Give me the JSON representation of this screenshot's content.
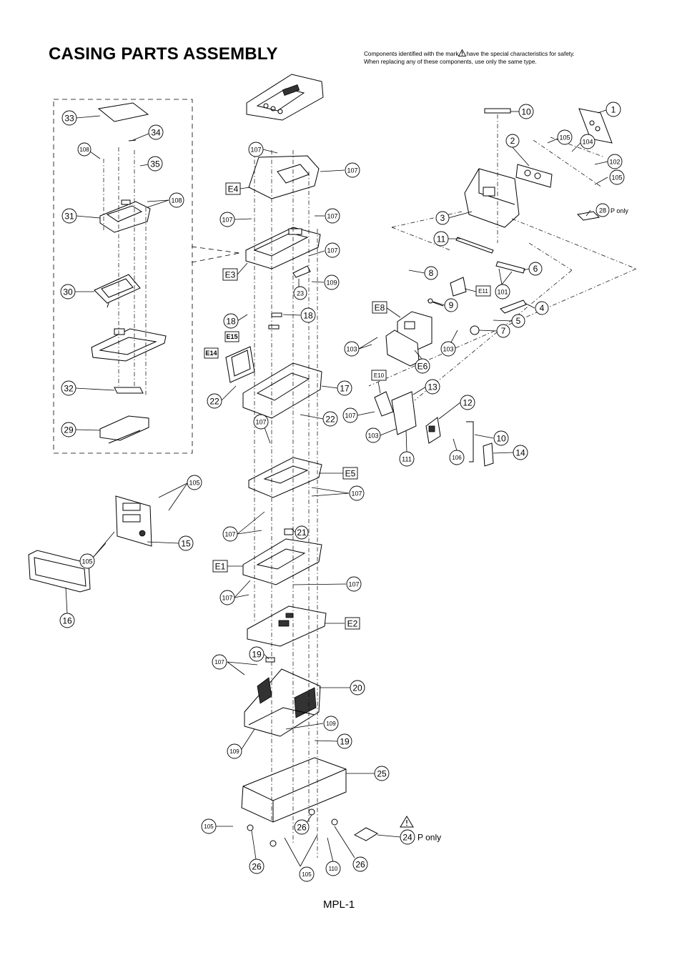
{
  "title": "CASING PARTS ASSEMBLY",
  "safety_note": {
    "line1_a": "Components identified with the mark",
    "line1_b": "have the special characteristics for safety.",
    "line2": "When replacing any of these components, use only the same type."
  },
  "footer": "MPL-1",
  "callouts": [
    {
      "id": "c-33",
      "text": "33"
    },
    {
      "id": "c-34",
      "text": "34"
    },
    {
      "id": "c-108a",
      "text": "108"
    },
    {
      "id": "c-35",
      "text": "35"
    },
    {
      "id": "c-108b",
      "text": "108"
    },
    {
      "id": "c-31",
      "text": "31"
    },
    {
      "id": "c-30",
      "text": "30"
    },
    {
      "id": "c-32",
      "text": "32"
    },
    {
      "id": "c-29",
      "text": "29"
    },
    {
      "id": "c-107a",
      "text": "107"
    },
    {
      "id": "c-107b",
      "text": "107"
    },
    {
      "id": "c-E4",
      "text": "E4"
    },
    {
      "id": "c-107c",
      "text": "107"
    },
    {
      "id": "c-107d",
      "text": "107"
    },
    {
      "id": "c-107e",
      "text": "107"
    },
    {
      "id": "c-E3",
      "text": "E3"
    },
    {
      "id": "c-23",
      "text": "23"
    },
    {
      "id": "c-109a",
      "text": "109"
    },
    {
      "id": "c-18a",
      "text": "18"
    },
    {
      "id": "c-18b",
      "text": "18"
    },
    {
      "id": "c-E15",
      "text": "E15"
    },
    {
      "id": "c-E14",
      "text": "E14"
    },
    {
      "id": "c-17",
      "text": "17"
    },
    {
      "id": "c-22a",
      "text": "22"
    },
    {
      "id": "c-22b",
      "text": "22"
    },
    {
      "id": "c-107f",
      "text": "107"
    },
    {
      "id": "c-E5",
      "text": "E5"
    },
    {
      "id": "c-107g",
      "text": "107"
    },
    {
      "id": "c-21",
      "text": "21"
    },
    {
      "id": "c-107h",
      "text": "107"
    },
    {
      "id": "c-E1",
      "text": "E1"
    },
    {
      "id": "c-107i",
      "text": "107"
    },
    {
      "id": "c-107j",
      "text": "107"
    },
    {
      "id": "c-E2",
      "text": "E2"
    },
    {
      "id": "c-19a",
      "text": "19"
    },
    {
      "id": "c-107k",
      "text": "107"
    },
    {
      "id": "c-20",
      "text": "20"
    },
    {
      "id": "c-109b",
      "text": "109"
    },
    {
      "id": "c-19b",
      "text": "19"
    },
    {
      "id": "c-109c",
      "text": "109"
    },
    {
      "id": "c-25",
      "text": "25"
    },
    {
      "id": "c-105a",
      "text": "105"
    },
    {
      "id": "c-26a",
      "text": "26"
    },
    {
      "id": "c-26b",
      "text": "26"
    },
    {
      "id": "c-105b",
      "text": "105"
    },
    {
      "id": "c-110",
      "text": "110"
    },
    {
      "id": "c-26c",
      "text": "26"
    },
    {
      "id": "c-24",
      "text": "24"
    },
    {
      "id": "c-105c",
      "text": "105"
    },
    {
      "id": "c-15",
      "text": "15"
    },
    {
      "id": "c-105d",
      "text": "105"
    },
    {
      "id": "c-16",
      "text": "16"
    },
    {
      "id": "c-10a",
      "text": "10"
    },
    {
      "id": "c-1",
      "text": "1"
    },
    {
      "id": "c-2",
      "text": "2"
    },
    {
      "id": "c-105e",
      "text": "105"
    },
    {
      "id": "c-104",
      "text": "104"
    },
    {
      "id": "c-102",
      "text": "102"
    },
    {
      "id": "c-105f",
      "text": "105"
    },
    {
      "id": "c-28",
      "text": "28"
    },
    {
      "id": "c-3",
      "text": "3"
    },
    {
      "id": "c-11",
      "text": "11"
    },
    {
      "id": "c-8",
      "text": "8"
    },
    {
      "id": "c-6",
      "text": "6"
    },
    {
      "id": "c-E11",
      "text": "E11"
    },
    {
      "id": "c-101",
      "text": "101"
    },
    {
      "id": "c-9",
      "text": "9"
    },
    {
      "id": "c-E8",
      "text": "E8"
    },
    {
      "id": "c-4",
      "text": "4"
    },
    {
      "id": "c-5",
      "text": "5"
    },
    {
      "id": "c-7",
      "text": "7"
    },
    {
      "id": "c-103a",
      "text": "103"
    },
    {
      "id": "c-103b",
      "text": "103"
    },
    {
      "id": "c-E6",
      "text": "E6"
    },
    {
      "id": "c-E10",
      "text": "E10"
    },
    {
      "id": "c-13",
      "text": "13"
    },
    {
      "id": "c-12",
      "text": "12"
    },
    {
      "id": "c-107l",
      "text": "107"
    },
    {
      "id": "c-103c",
      "text": "103"
    },
    {
      "id": "c-10b",
      "text": "10"
    },
    {
      "id": "c-111",
      "text": "111"
    },
    {
      "id": "c-106",
      "text": "106"
    },
    {
      "id": "c-14",
      "text": "14"
    }
  ],
  "p_only_a": "P only",
  "p_only_b": "P only"
}
